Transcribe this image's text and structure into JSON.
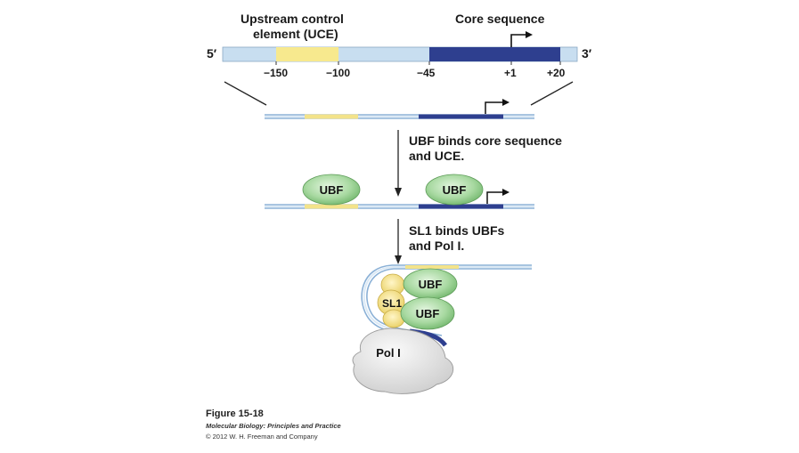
{
  "labels": {
    "uce_line1": "Upstream control",
    "uce_line2": "element (UCE)",
    "core": "Core sequence",
    "five_prime": "5′",
    "three_prime": "3′",
    "ticks": [
      "−150",
      "−100",
      "−45",
      "+1",
      "+20"
    ],
    "step1_line1": "UBF binds core sequence",
    "step1_line2": "and UCE.",
    "step2_line1": "SL1 binds UBFs",
    "step2_line2": "and Pol I.",
    "ubf": "UBF",
    "sl1": "SL1",
    "pol1": "Pol I"
  },
  "caption": {
    "figure": "Figure 15-18",
    "book": "Molecular Biology: Principles and Practice",
    "copyright": "© 2012 W. H. Freeman and Company"
  },
  "colors": {
    "dna_light": "#c8def0",
    "uce_yellow": "#f7e98e",
    "core_blue": "#2e3f8f",
    "ubf_green": "#9fd39a",
    "sl1_yellow": "#f3dc7c",
    "pol_gray": "#e6e6e6"
  }
}
